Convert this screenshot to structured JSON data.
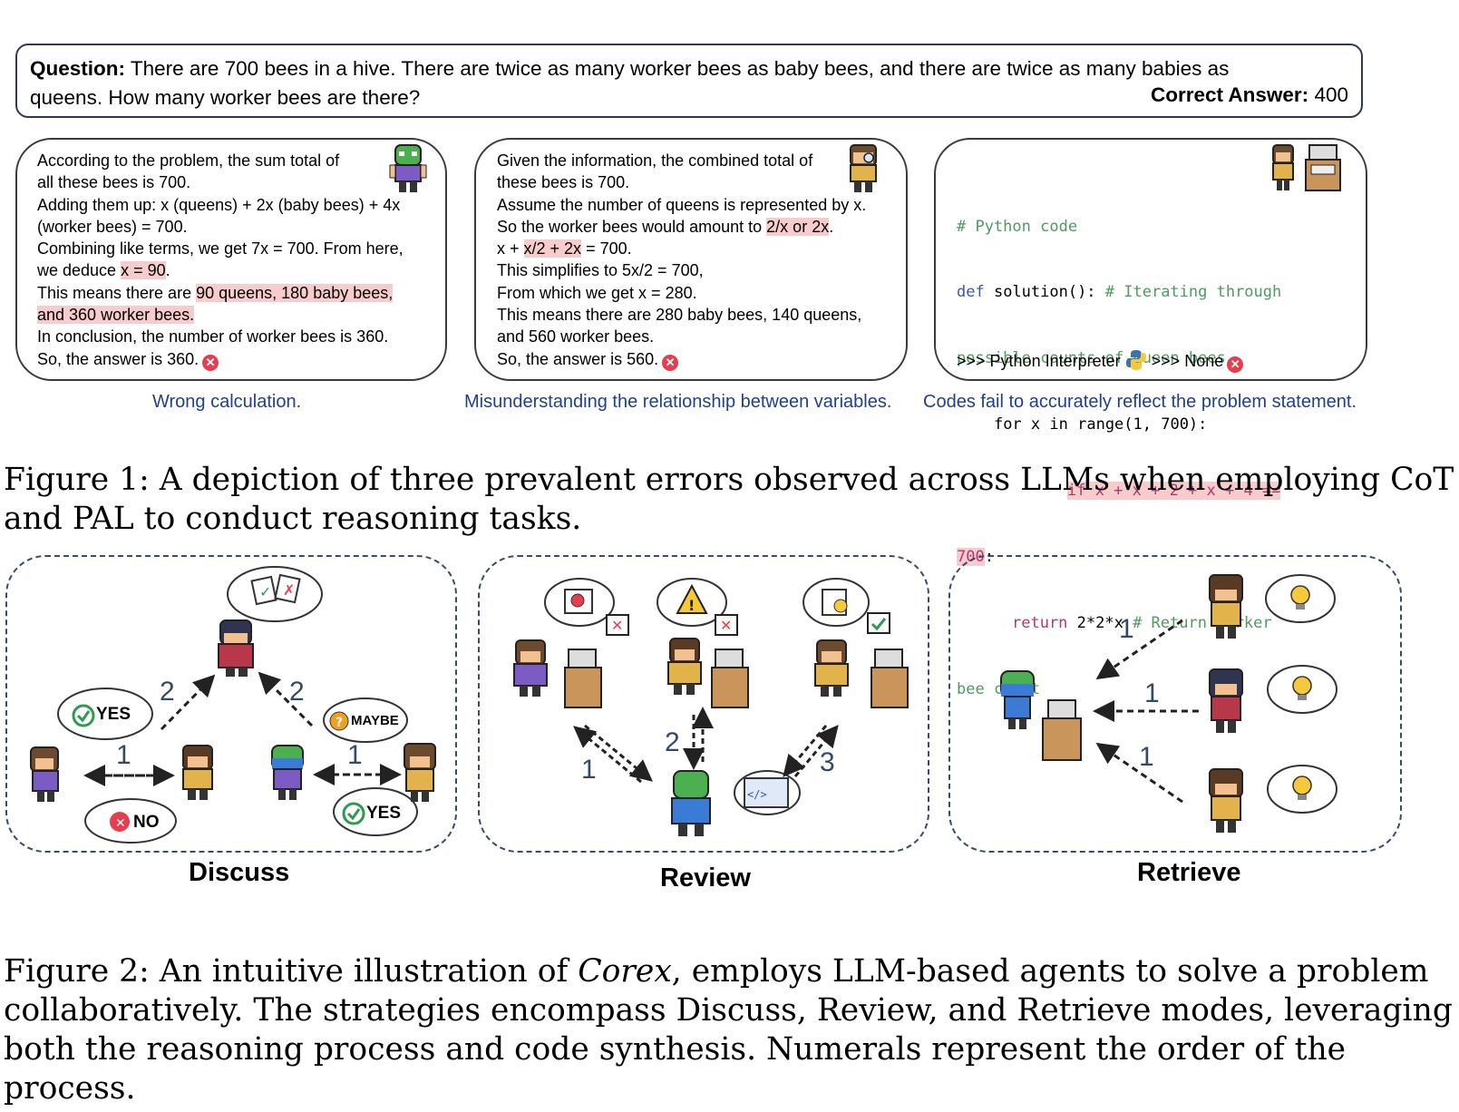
{
  "question": {
    "label": "Question:",
    "text_line1": "There are 700 bees in a hive. There are twice as many worker bees as baby bees, and there are twice as many babies as",
    "text_line2": "queens.  How many worker bees are there?",
    "answer_label": "Correct Answer:",
    "answer_value": "400"
  },
  "card1": {
    "lines": [
      "According to the problem, the sum total of",
      "all these bees is 700.",
      "Adding them up: x (queens) + 2x (baby bees) + 4x",
      "(worker bees) = 700.",
      "Combining like terms, we get 7x = 700. From here,",
      "we deduce ",
      "x = 90",
      ".",
      "This means there are ",
      "90 queens, 180 baby bees,",
      "and 360 worker bees.",
      "In conclusion, the number of worker bees is 360.",
      "So, the answer is 360."
    ],
    "caption": "Wrong calculation."
  },
  "card2": {
    "lines": [
      "Given the information, the combined total of",
      "these bees is 700.",
      "Assume the number of queens is represented by x.",
      "So the worker bees would amount to ",
      "2/x or 2x",
      ".",
      "x + ",
      "x/2 + 2x",
      " = 700.",
      "This simplifies to 5x/2 = 700,",
      "From which we get x = 280.",
      "This means there are 280 baby bees, 140 queens,",
      "and 560 worker bees.",
      "So, the answer is 560."
    ],
    "caption": "Misunderstanding the relationship between variables."
  },
  "card3": {
    "c1": "# Python code",
    "c2a": "def",
    "c2b": " solution(): ",
    "c2c": "# Iterating through",
    "c3": "possible counts of queen bees",
    "c4a": "    ",
    "c4b": "for",
    "c4c": " x ",
    "c4d": "in",
    "c4e": " range(1, 700):",
    "c5": "if x + x + 2 + x + 4 ==",
    "c6a": "700",
    "c6b": ":",
    "c7a": "return",
    "c7b": " 2*2*x ",
    "c7c": "# Return worker",
    "c8": "bee count",
    "interp_a": ">>> Python Interpreter",
    "interp_b": ">>> None",
    "caption": "Codes fail to accurately reflect the problem statement."
  },
  "figure1": {
    "line1": "Figure 1: A depiction of three prevalent errors observed across LLMs when employing CoT",
    "line2": "and PAL to conduct reasoning tasks."
  },
  "panels": {
    "discuss": {
      "label": "Discuss",
      "yes1": "YES",
      "no": "NO",
      "maybe": "MAYBE",
      "yes2": "YES",
      "n1a": "1",
      "n1b": "1",
      "n2a": "2",
      "n2b": "2"
    },
    "review": {
      "label": "Review",
      "n1": "1",
      "n2": "2",
      "n3": "3"
    },
    "retrieve": {
      "label": "Retrieve",
      "n1a": "1",
      "n1b": "1",
      "n1c": "1"
    }
  },
  "figure2": {
    "line1a": "Figure 2:  An intuitive illustration of ",
    "line1b": "Corex",
    "line1c": ", employs LLM-based agents to solve a problem",
    "line2": "collaboratively.  The strategies encompass Discuss, Review, and Retrieve modes, leveraging",
    "line3": "both the reasoning process and code synthesis.  Numerals represent the order of the process."
  },
  "colors": {
    "highlight": "#f8cccc",
    "blue_caption": "#1f3f8f",
    "code_comment": "#4f9a62",
    "code_keyword": "#3a58b0",
    "code_return": "#b03a70",
    "error_red": "#e53e4f",
    "check_green": "#2f9a52"
  }
}
